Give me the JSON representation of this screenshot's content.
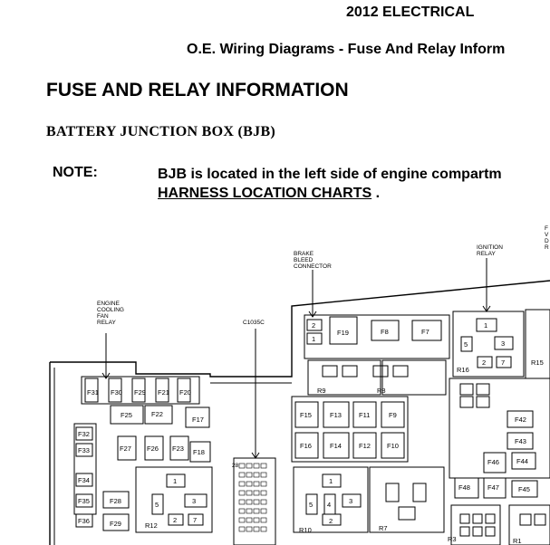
{
  "header": {
    "year_title": "2012 ELECTRICAL",
    "subtitle": "O.E. Wiring Diagrams - Fuse And Relay Inform"
  },
  "section": {
    "title": "FUSE AND RELAY INFORMATION",
    "subtitle": "BATTERY JUNCTION BOX (BJB)"
  },
  "note": {
    "label": "NOTE:",
    "text": "BJB is located in the left side of engine compartm",
    "link_text": "HARNESS LOCATION CHARTS",
    "suffix": " ."
  },
  "diagram": {
    "callouts": {
      "brake_bleed": [
        "BRAKE",
        "BLEED",
        "CONNECTOR"
      ],
      "ignition_relay": [
        "IGNITION",
        "RELAY"
      ],
      "engine_cooling": [
        "ENGINE",
        "COOLING",
        "FAN",
        "RELAY"
      ],
      "c1035c": "C1035C",
      "right_edge": [
        "F",
        "V",
        "D",
        "R"
      ]
    },
    "fuses": {
      "F19": "F19",
      "F8": "F8",
      "F7": "F7",
      "F15": "F15",
      "F13": "F13",
      "F11": "F11",
      "F9": "F9",
      "F16": "F16",
      "F14": "F14",
      "F12": "F12",
      "F10": "F10",
      "F31": "F31",
      "F30": "F30",
      "F29": "F29",
      "F21": "F21",
      "F20": "F20",
      "F25": "F25",
      "F22": "F22",
      "F17": "F17",
      "F27": "F27",
      "F26": "F26",
      "F23": "F23",
      "F18": "F18",
      "F32": "F32",
      "F33": "F33",
      "F34": "F34",
      "F35": "F35",
      "F36": "F36",
      "F28": "F28",
      "F29b": "F29",
      "F42": "F42",
      "F43": "F43",
      "F44": "F44",
      "F45": "F45",
      "F46": "F46",
      "F47": "F47",
      "F48": "F48"
    },
    "relays": {
      "R16": "R16",
      "R15": "R15",
      "R9": "R9",
      "R8": "R8",
      "R12": "R12",
      "R10": "R10",
      "R7": "R7",
      "R3": "R3",
      "R1": "R1"
    },
    "pins": {
      "p1": "1",
      "p2": "2",
      "p3": "3",
      "p4": "4",
      "p5": "5",
      "p7": "7",
      "p28": "28"
    }
  }
}
